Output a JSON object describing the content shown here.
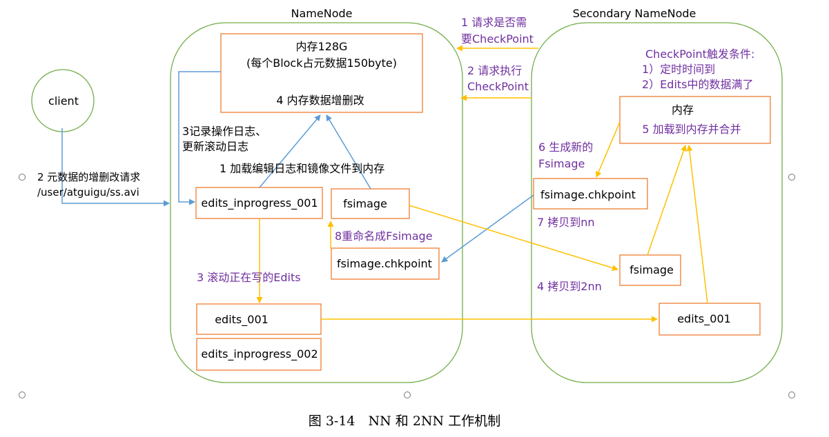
{
  "regions": {
    "namenode_title": "NameNode",
    "secondary_title": "Secondary NameNode"
  },
  "client": {
    "label": "client"
  },
  "nn": {
    "memory_line1": "内存128G",
    "memory_line2": "(每个Block占元数据150byte)",
    "memory_line3": "4 内存数据增删改",
    "edits_inprogress_001": "edits_inprogress_001",
    "fsimage": "fsimage",
    "fsimage_chkpoint": "fsimage.chkpoint",
    "edits_001": "edits_001",
    "edits_inprogress_002": "edits_inprogress_002"
  },
  "snn": {
    "trigger_title": "CheckPoint触发条件:",
    "trigger_1": "1）定时时间到",
    "trigger_2": "2）Edits中的数据满了",
    "memory_line1": "内存",
    "memory_line2": "5 加载到内存并合并",
    "fsimage_chkpoint": "fsimage.chkpoint",
    "fsimage": "fsimage",
    "edits_001": "edits_001"
  },
  "labels": {
    "ask_checkpoint_1": "1 请求是否需",
    "ask_checkpoint_2": "要CheckPoint",
    "exec_checkpoint_1": "2 请求执行",
    "exec_checkpoint_2": "CheckPoint",
    "log_1": "3记录操作日志、",
    "log_2": "更新滚动日志",
    "load_edits_image": "1 加载编辑日志和镜像文件到内存",
    "client_req_1": "2 元数据的增删改请求",
    "client_req_2": "/user/atguigu/ss.avi",
    "rename_fsimage": "8重命名成Fsimage",
    "roll_edits": "3 滚动正在写的Edits",
    "gen_fsimage_1": "6 生成新的",
    "gen_fsimage_2": "Fsimage",
    "copy_to_nn": "7 拷贝到nn",
    "copy_to_2nn": "4 拷贝到2nn"
  },
  "caption": "图 3-14　NN 和 2NN 工作机制",
  "colors": {
    "box_border": "#ed7d31",
    "region_border": "#70ad47",
    "blue_arrow": "#5b9bd5",
    "orange_arrow": "#ffc000",
    "purple_text": "#7030a0"
  }
}
